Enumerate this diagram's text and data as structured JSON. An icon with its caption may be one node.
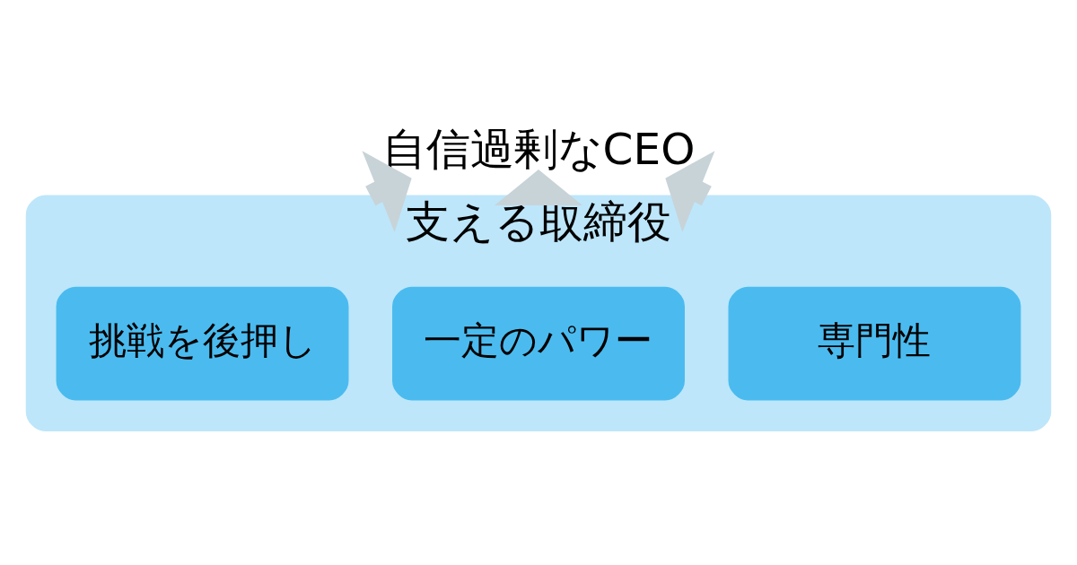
{
  "diagram": {
    "nodes": [
      {
        "text": [
          "自信過剰なCEO"
        ]
      },
      {
        "text": [
          "支える取締役"
        ]
      },
      {
        "text": [
          "専門性"
        ],
        "in": 1
      },
      {
        "text": [
          "一定のパワー"
        ],
        "in": 1
      },
      {
        "text": [
          "挑戦を後押し"
        ],
        "in": 1
      }
    ],
    "edges": [
      {
        "from": 1,
        "to": 0,
        "arrow": "to"
      },
      {
        "from": 1,
        "to": 0,
        "arrow": "to"
      },
      {
        "from": 1,
        "to": 0,
        "arrow": "to"
      }
    ]
  }
}
